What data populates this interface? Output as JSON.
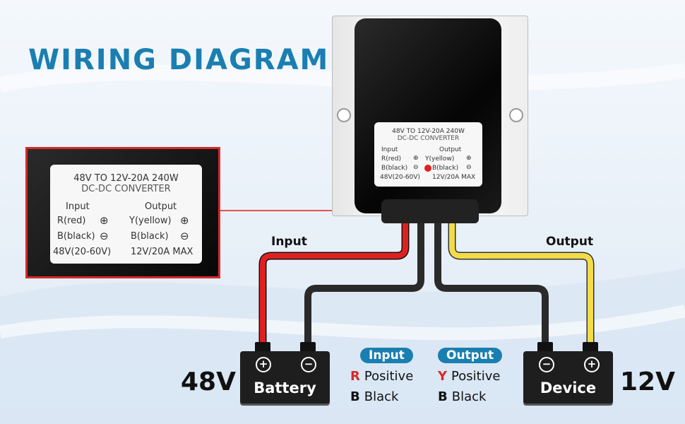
{
  "title": "WIRING DIAGRAM",
  "converter_label": {
    "line1": "48V TO 12V-20A 240W",
    "line2": "DC-DC CONVERTER",
    "input_header": "Input",
    "output_header": "Output",
    "in_red": "R(red)",
    "in_black": "B(black)",
    "in_range": "48V(20-60V)",
    "out_yellow": "Y(yellow)",
    "out_black": "B(black)",
    "out_max": "12V/20A MAX",
    "plus": "⊕",
    "minus": "⊖"
  },
  "wire_labels": {
    "input": "Input",
    "output": "Output"
  },
  "battery": {
    "name": "Battery",
    "voltage": "48V",
    "plus": "+",
    "minus": "−"
  },
  "device": {
    "name": "Device",
    "voltage": "12V",
    "plus": "+",
    "minus": "−"
  },
  "legend_input": {
    "pill": "Input",
    "r_key": "R",
    "r_text": "Positive",
    "b_key": "B",
    "b_text": "Black"
  },
  "legend_output": {
    "pill": "Output",
    "y_key": "Y",
    "y_text": "Positive",
    "b_key": "B",
    "b_text": "Black"
  },
  "colors": {
    "accent": "#1a7fb0",
    "red_wire": "#e02020",
    "yellow_wire": "#f2dc4a",
    "black_wire": "#2a2a2a",
    "zoom_border": "#d42a2a"
  }
}
